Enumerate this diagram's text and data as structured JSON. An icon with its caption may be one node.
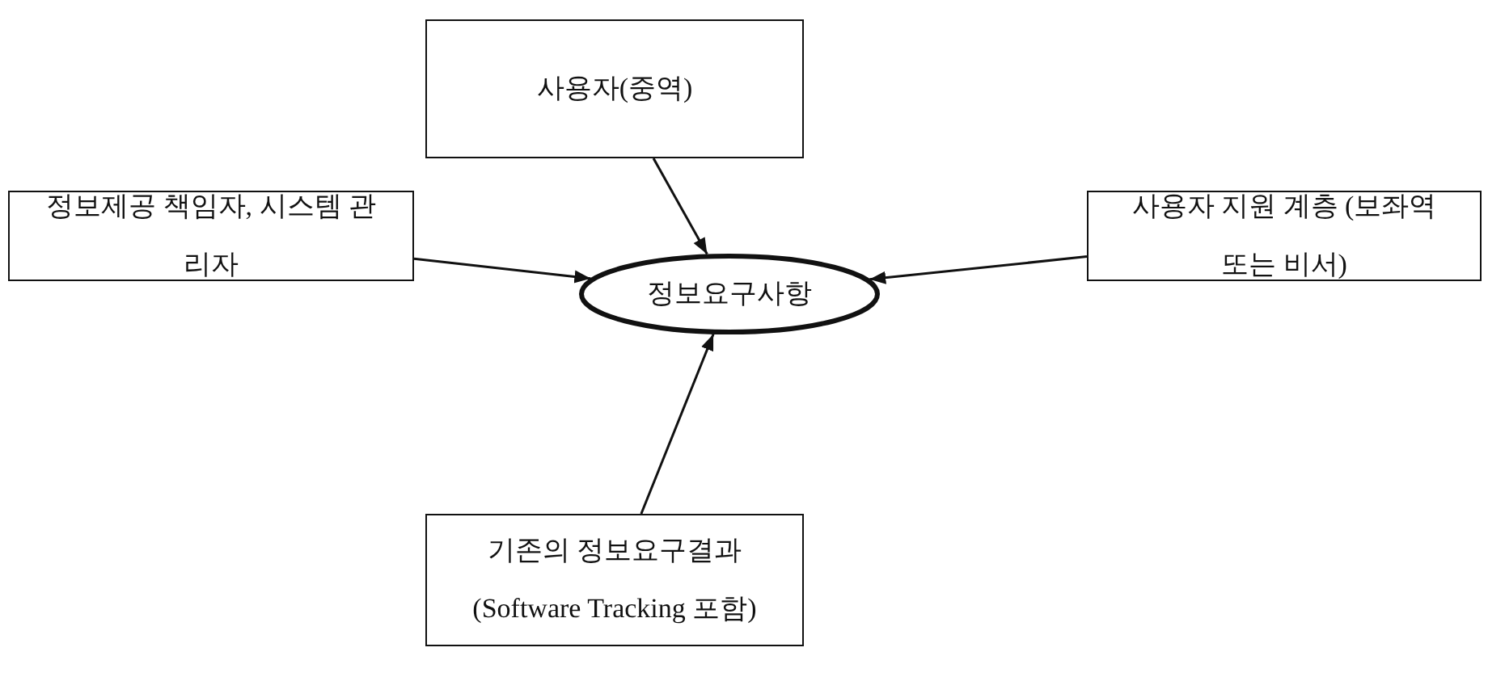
{
  "diagram": {
    "nodes": [
      {
        "text": [
          "사용자(중역)"
        ]
      },
      {
        "text": [
          "정보제공 책임자, 시스템 관리자"
        ]
      },
      {
        "text": [
          "정보요구사항"
        ]
      },
      {
        "text": [
          "사용자 지원 계층 (보좌역 또는 비서)"
        ]
      },
      {
        "text": [
          "기존의 정보요구결과 (Software Tracking 포함)"
        ]
      }
    ],
    "edges": [
      {
        "from": 0,
        "to": 2,
        "arrow": "to"
      },
      {
        "from": 1,
        "to": 2,
        "arrow": "to"
      },
      {
        "from": 3,
        "to": 2,
        "arrow": "to"
      },
      {
        "from": 4,
        "to": 2,
        "arrow": "to"
      }
    ]
  }
}
